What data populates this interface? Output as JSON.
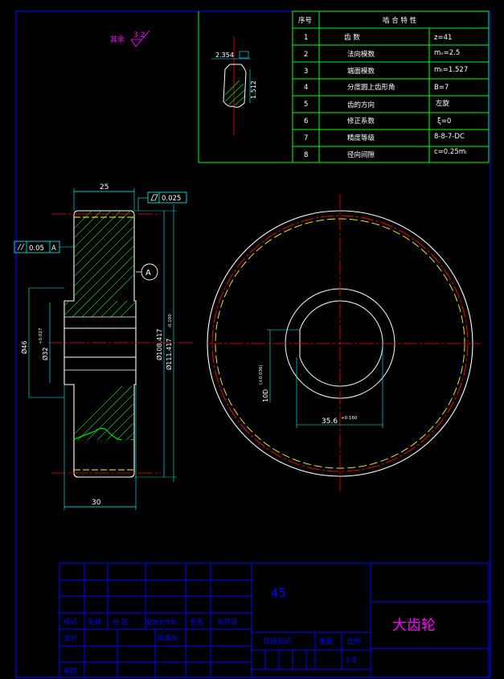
{
  "colors": {
    "frame": "#0000ff",
    "table": "#00ff00",
    "dim": "#00ffff",
    "center": "#ff0000",
    "text": "#ffffff",
    "magenta": "#ff00ff",
    "yellow": "#ffff00",
    "hatch": "#00ff00"
  },
  "surface_finish": {
    "label": "其余",
    "value": "3.2"
  },
  "tooth_detail": {
    "width_label": "2.354",
    "height_label": "1.512"
  },
  "params_table": {
    "headers": [
      "序号",
      "啮 合 特 性"
    ],
    "rows": [
      {
        "no": "1",
        "name": "齿  数",
        "value": "z=41"
      },
      {
        "no": "2",
        "name": "法向模数",
        "value": "mₙ=2.5"
      },
      {
        "no": "3",
        "name": "端面模数",
        "value": "mₜ=1.527"
      },
      {
        "no": "4",
        "name": "分度圆上齿形角",
        "value": "B=7"
      },
      {
        "no": "5",
        "name": "齿的方向",
        "value": "左旋"
      },
      {
        "no": "6",
        "name": "修正系数",
        "value": "ξ=0"
      },
      {
        "no": "7",
        "name": "精度等级",
        "value": "8-8-7-DC"
      },
      {
        "no": "8",
        "name": "径向间隙",
        "value": "c=0.25mₗ"
      }
    ]
  },
  "section_view": {
    "width_top": "25",
    "width_bottom": "30",
    "flatness_tol": "0.025",
    "parallel_tol": "0.05",
    "parallel_ref": "A",
    "datum": "A",
    "dia_outer_hub": "Ø46",
    "dia_bore": "Ø32",
    "dia_bore_tol": "+0.027",
    "dia_pitch": "Ø108.417",
    "dia_tip": "Ø111.417",
    "dia_tip_tol": "-0.100"
  },
  "front_view": {
    "keyway_depth": "10D",
    "keyway_depth_tol": "(±0.036)",
    "keyway_width": "35.6",
    "keyway_width_tol": "+0.160"
  },
  "title_block": {
    "material": "45",
    "part_name": "大齿轮",
    "labels": {
      "mark": "标记",
      "count": "处数",
      "zone": "分 区",
      "doc_no": "更改文件号",
      "sign": "签名",
      "date": "年月日",
      "design": "设计",
      "standardize": "标准化",
      "review": "审核",
      "stage": "阶段标记",
      "weight": "重量",
      "scale": "比例"
    },
    "scale_value": "1:8"
  }
}
